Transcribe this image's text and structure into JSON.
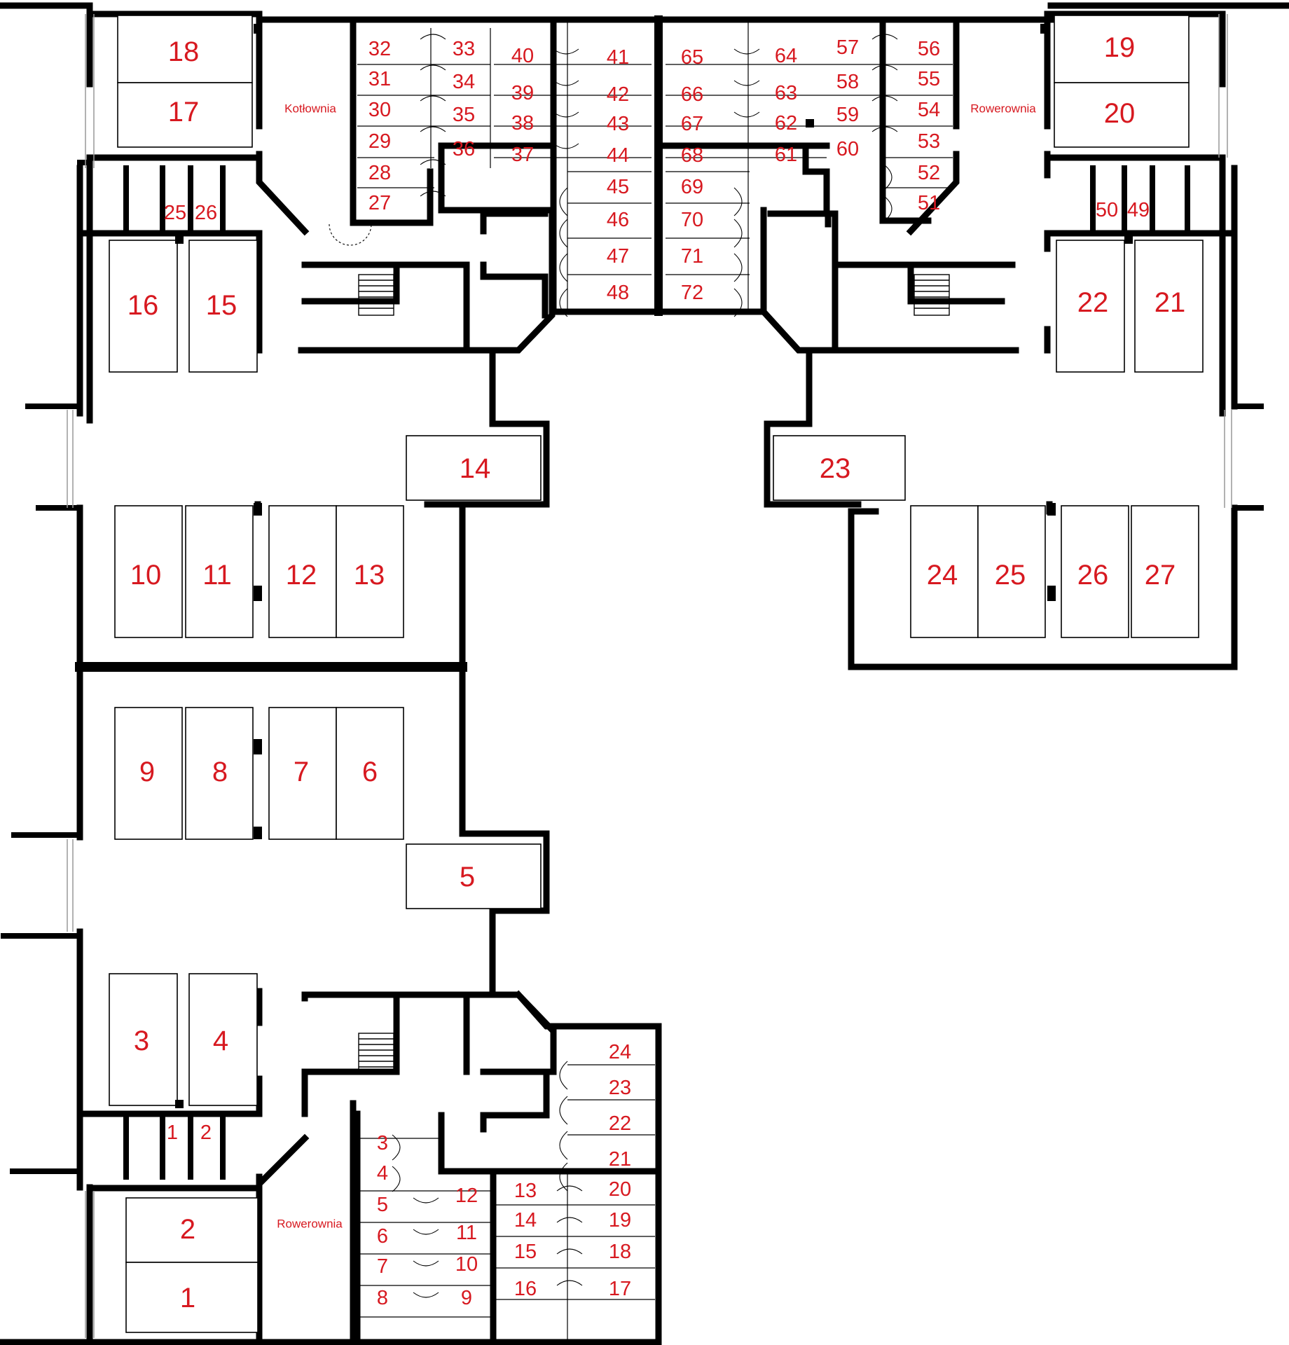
{
  "colors": {
    "label": "#d71920",
    "wall": "#000000",
    "background": "#ffffff"
  },
  "room_names": {
    "boiler_room": "Kotłownia",
    "bike_room_right": "Rowerownia",
    "bike_room_bottom": "Rowerownia"
  },
  "parking": {
    "p1": "1",
    "p2": "2",
    "p3": "3",
    "p4": "4",
    "p5": "5",
    "p6": "6",
    "p7": "7",
    "p8": "8",
    "p9": "9",
    "p10": "10",
    "p11": "11",
    "p12": "12",
    "p13": "13",
    "p14": "14",
    "p15": "15",
    "p16": "16",
    "p17": "17",
    "p18": "18",
    "p19": "19",
    "p20": "20",
    "p21": "21",
    "p22": "22",
    "p23": "23",
    "p24": "24",
    "p25": "25",
    "p26": "26",
    "p27": "27"
  },
  "storage_top": {
    "s25": "25",
    "s26": "26",
    "s27": "27",
    "s28": "28",
    "s29": "29",
    "s30": "30",
    "s31": "31",
    "s32": "32",
    "s33": "33",
    "s34": "34",
    "s35": "35",
    "s36": "36",
    "s37": "37",
    "s38": "38",
    "s39": "39",
    "s40": "40",
    "s41": "41",
    "s42": "42",
    "s43": "43",
    "s44": "44",
    "s45": "45",
    "s46": "46",
    "s47": "47",
    "s48": "48",
    "s49": "49",
    "s50": "50",
    "s51": "51",
    "s52": "52",
    "s53": "53",
    "s54": "54",
    "s55": "55",
    "s56": "56",
    "s57": "57",
    "s58": "58",
    "s59": "59",
    "s60": "60",
    "s61": "61",
    "s62": "62",
    "s63": "63",
    "s64": "64",
    "s65": "65",
    "s66": "66",
    "s67": "67",
    "s68": "68",
    "s69": "69",
    "s70": "70",
    "s71": "71",
    "s72": "72"
  },
  "storage_bottom": {
    "b1": "1",
    "b2": "2",
    "b3": "3",
    "b4": "4",
    "b5": "5",
    "b6": "6",
    "b7": "7",
    "b8": "8",
    "b9": "9",
    "b10": "10",
    "b11": "11",
    "b12": "12",
    "b13": "13",
    "b14": "14",
    "b15": "15",
    "b16": "16",
    "b17": "17",
    "b18": "18",
    "b19": "19",
    "b20": "20",
    "b21": "21",
    "b22": "22",
    "b23": "23",
    "b24": "24"
  }
}
